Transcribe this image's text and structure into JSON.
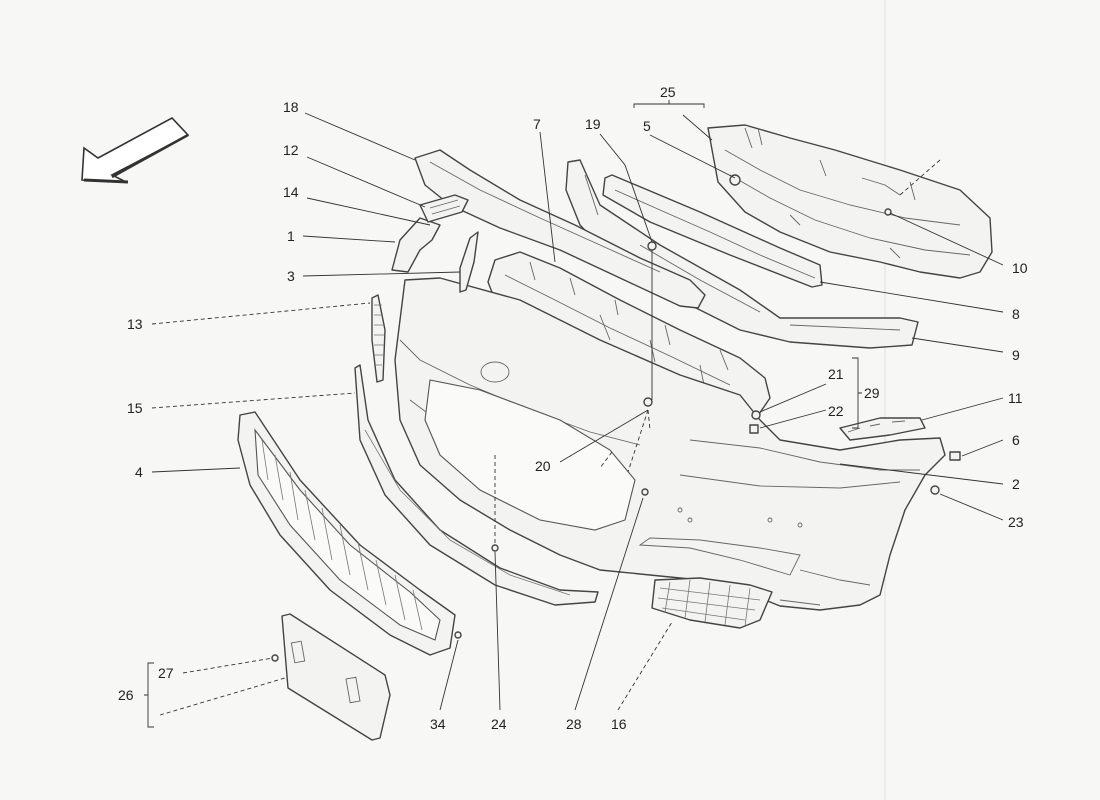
{
  "callouts": [
    {
      "id": "c18",
      "text": "18"
    },
    {
      "id": "c12",
      "text": "12"
    },
    {
      "id": "c14",
      "text": "14"
    },
    {
      "id": "c1",
      "text": "1"
    },
    {
      "id": "c3",
      "text": "3"
    },
    {
      "id": "c13",
      "text": "13"
    },
    {
      "id": "c15",
      "text": "15"
    },
    {
      "id": "c4",
      "text": "4"
    },
    {
      "id": "c7",
      "text": "7"
    },
    {
      "id": "c19",
      "text": "19"
    },
    {
      "id": "c25",
      "text": "25"
    },
    {
      "id": "c5",
      "text": "5"
    },
    {
      "id": "c10",
      "text": "10"
    },
    {
      "id": "c8",
      "text": "8"
    },
    {
      "id": "c9",
      "text": "9"
    },
    {
      "id": "c21",
      "text": "21"
    },
    {
      "id": "c29",
      "text": "29"
    },
    {
      "id": "c22",
      "text": "22"
    },
    {
      "id": "c11",
      "text": "11"
    },
    {
      "id": "c6",
      "text": "6"
    },
    {
      "id": "c2",
      "text": "2"
    },
    {
      "id": "c23",
      "text": "23"
    },
    {
      "id": "c20",
      "text": "20"
    },
    {
      "id": "c27",
      "text": "27"
    },
    {
      "id": "c26",
      "text": "26"
    },
    {
      "id": "c34",
      "text": "34"
    },
    {
      "id": "c24",
      "text": "24"
    },
    {
      "id": "c28",
      "text": "28"
    },
    {
      "id": "c16",
      "text": "16"
    }
  ],
  "icons": {
    "direction_arrow": "front-direction-arrow-icon"
  },
  "colors": {
    "background": "#f7f7f5",
    "line": "#444444",
    "fill": "#f3f3f1"
  }
}
